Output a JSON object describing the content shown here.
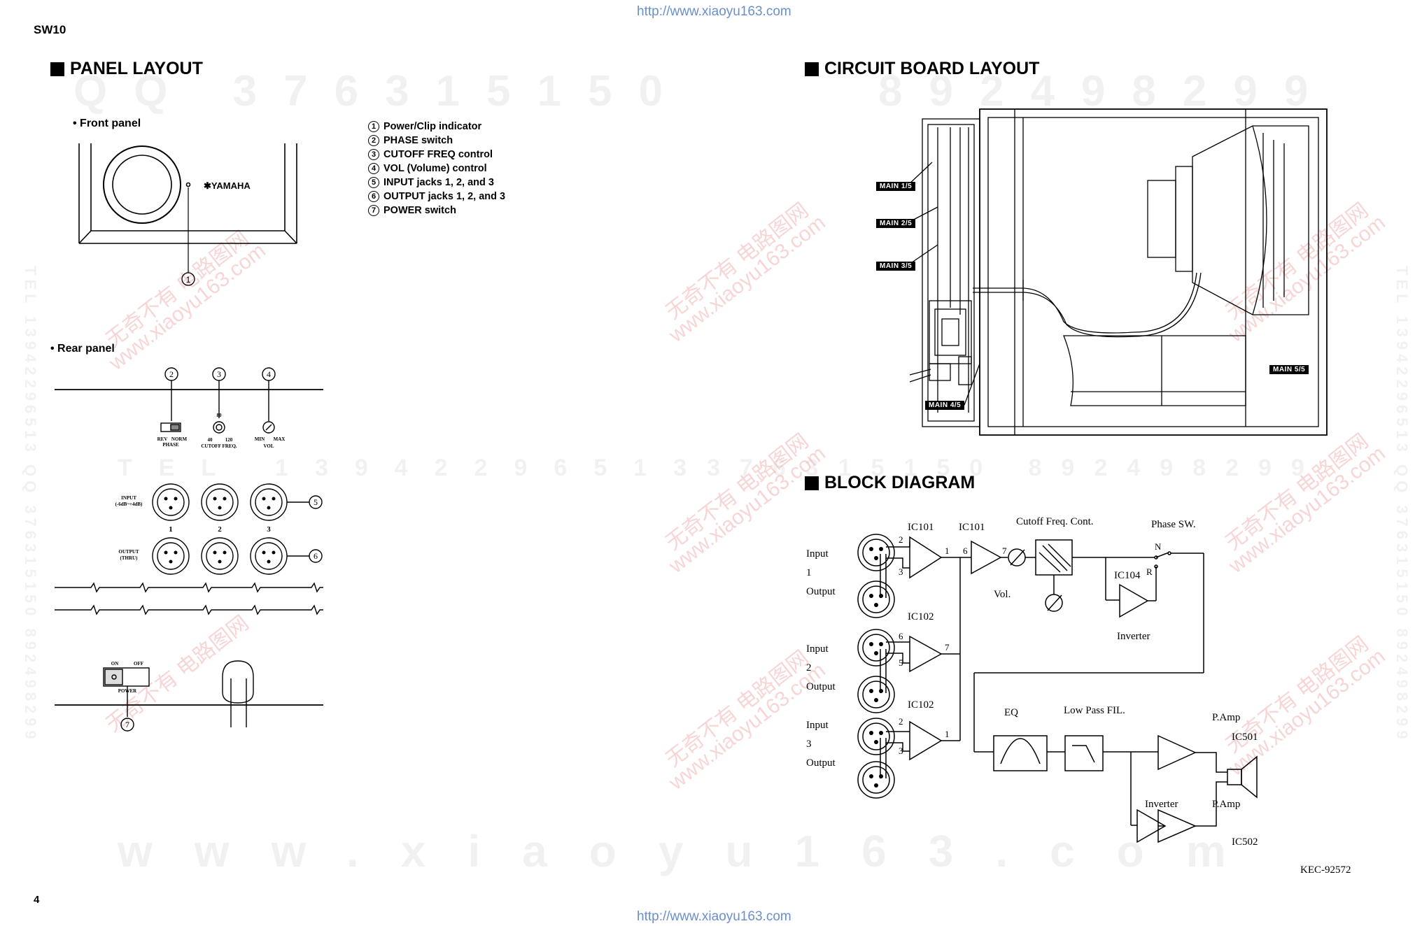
{
  "header": {
    "url_top": "http://www.xiaoyu163.com",
    "url_bottom": "http://www.xiaoyu163.com",
    "model": "SW10",
    "page_number": "4",
    "catalog_code": "KEC-92572"
  },
  "watermarks": {
    "qq": "QQ 376315150",
    "qq2": "892498299",
    "qq3": "376315150 892498299",
    "tel": "TEL 13942296513",
    "site": "www.xiaoyu163.com",
    "side_left": "TEL 13942296513 QQ 376315150 892498299",
    "side_right": "TEL 13942296513 QQ 376315150 892498299",
    "red_cn": "无奇不有 电路图网",
    "red_url": "www.xiaoyu163.com"
  },
  "panel_layout": {
    "title": "PANEL LAYOUT",
    "front_label": "• Front panel",
    "rear_label": "• Rear panel",
    "brand": "✱YAMAHA",
    "legend": [
      {
        "num": "1",
        "text": "Power/Clip indicator"
      },
      {
        "num": "2",
        "text": "PHASE switch"
      },
      {
        "num": "3",
        "text": "CUTOFF FREQ control"
      },
      {
        "num": "4",
        "text": "VOL (Volume) control"
      },
      {
        "num": "5",
        "text": "INPUT jacks 1, 2, and 3"
      },
      {
        "num": "6",
        "text": "OUTPUT jacks 1, 2, and 3"
      },
      {
        "num": "7",
        "text": "POWER switch"
      }
    ],
    "rear": {
      "phase_rev": "REV",
      "phase_norm": "NORM",
      "phase_label": "PHASE",
      "freq_top": "80",
      "freq_low": "40",
      "freq_high": "120",
      "freq_label": "CUTOFF FREQ.",
      "vol_min": "MIN",
      "vol_max": "MAX",
      "vol_label": "VOL",
      "input_label": "INPUT",
      "input_range": "(-6dB~+4dB)",
      "output_label": "OUTPUT",
      "output_thru": "(THRU)",
      "jack_nums": [
        "1",
        "2",
        "3"
      ],
      "power_on": "ON",
      "power_off": "OFF",
      "power_label": "POWER"
    }
  },
  "circuit_board": {
    "title": "CIRCUIT BOARD LAYOUT",
    "tags": [
      "MAIN 1/5",
      "MAIN 2/5",
      "MAIN 3/5",
      "MAIN 4/5",
      "MAIN 5/5"
    ]
  },
  "block_diagram": {
    "title": "BLOCK DIAGRAM",
    "input_word": "Input",
    "output_word": "Output",
    "channel_nums": [
      "1",
      "2",
      "3"
    ],
    "ic101": "IC101",
    "ic102": "IC102",
    "ic104": "IC104",
    "ic501": "IC501",
    "ic502": "IC502",
    "cutoff": "Cutoff Freq. Cont.",
    "phase": "Phase SW.",
    "vol": "Vol.",
    "inverter": "Inverter",
    "eq": "EQ",
    "lpf": "Low Pass FIL.",
    "pamp": "P.Amp",
    "pin_n": "N",
    "pin_r": "R",
    "pins": {
      "p2": "2",
      "p3": "3",
      "p1": "1",
      "p6": "6",
      "p7": "7",
      "p5": "5"
    }
  }
}
